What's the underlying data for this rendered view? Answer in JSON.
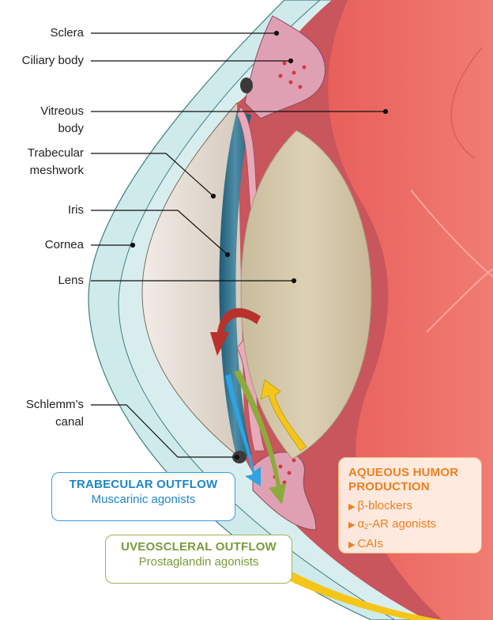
{
  "labels": {
    "sclera": "Sclera",
    "ciliary_body": "Ciliary body",
    "vitreous_line1": "Vitreous",
    "vitreous_line2": "body",
    "trabecular_line1": "Trabecular",
    "trabecular_line2": "meshwork",
    "iris": "Iris",
    "cornea": "Cornea",
    "lens": "Lens",
    "schlemm_line1": "Schlemm’s",
    "schlemm_line2": "canal"
  },
  "boxes": {
    "trabecular": {
      "title": "TRABECULAR OUTFLOW",
      "subtitle": "Muscarinic agonists"
    },
    "uveoscleral": {
      "title": "UVEOSCLERAL OUTFLOW",
      "subtitle": "Prostaglandin agonists"
    },
    "aqueous": {
      "title": "AQUEOUS HUMOR\nPRODUCTION",
      "items": [
        "β-blockers",
        "-AR agonists",
        "CAIs"
      ],
      "alpha_symbol": "α",
      "alpha_subscript": "2"
    }
  },
  "colors": {
    "trabecular": "#1f86c8",
    "uveoscleral": "#7a9a3a",
    "aqueous": "#f07f1f",
    "arrow_red": "#b8322b",
    "arrow_yellow": "#f5c518",
    "arrow_blue": "#2fa3e3",
    "arrow_green": "#8cab3a"
  },
  "icons": [
    "bullet-arrow-icon"
  ]
}
